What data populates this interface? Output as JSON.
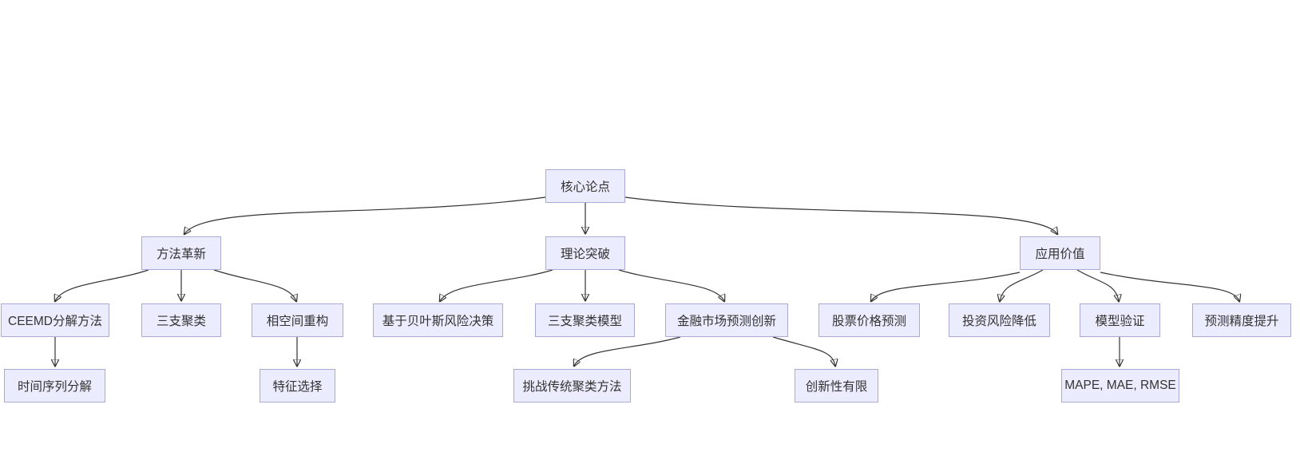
{
  "diagram": {
    "type": "flowchart",
    "direction": "top-down",
    "colors": {
      "background": "#ffffff",
      "node_fill": "#ECECFF",
      "node_border": "#aaaad6",
      "edge": "#333333",
      "text": "#333333"
    },
    "nodes": {
      "core-thesis": {
        "label": "核心论点"
      },
      "method-innovation": {
        "label": "方法革新"
      },
      "theory-breakthrough": {
        "label": "理论突破"
      },
      "application-value": {
        "label": "应用价值"
      },
      "ceemd-decomposition": {
        "label": "CEEMD分解方法"
      },
      "three-way-clustering": {
        "label": "三支聚类"
      },
      "phase-space-reconstruction": {
        "label": "相空间重构"
      },
      "bayesian-risk-decision": {
        "label": "基于贝叶斯风险决策"
      },
      "three-way-clustering-model": {
        "label": "三支聚类模型"
      },
      "financial-market-forecast-innovation": {
        "label": "金融市场预测创新"
      },
      "stock-price-prediction": {
        "label": "股票价格预测"
      },
      "investment-risk-reduction": {
        "label": "投资风险降低"
      },
      "model-validation": {
        "label": "模型验证"
      },
      "forecast-accuracy-improvement": {
        "label": "预测精度提升"
      },
      "time-series-decomposition": {
        "label": "时间序列分解"
      },
      "feature-selection": {
        "label": "特征选择"
      },
      "challenge-traditional-clustering": {
        "label": "挑战传统聚类方法"
      },
      "limited-novelty": {
        "label": "创新性有限"
      },
      "error-metrics": {
        "label": "MAPE, MAE, RMSE"
      }
    },
    "edges": [
      {
        "from": "core-thesis",
        "to": "method-innovation"
      },
      {
        "from": "core-thesis",
        "to": "theory-breakthrough"
      },
      {
        "from": "core-thesis",
        "to": "application-value"
      },
      {
        "from": "method-innovation",
        "to": "ceemd-decomposition"
      },
      {
        "from": "method-innovation",
        "to": "three-way-clustering"
      },
      {
        "from": "method-innovation",
        "to": "phase-space-reconstruction"
      },
      {
        "from": "theory-breakthrough",
        "to": "bayesian-risk-decision"
      },
      {
        "from": "theory-breakthrough",
        "to": "three-way-clustering-model"
      },
      {
        "from": "theory-breakthrough",
        "to": "financial-market-forecast-innovation"
      },
      {
        "from": "application-value",
        "to": "stock-price-prediction"
      },
      {
        "from": "application-value",
        "to": "investment-risk-reduction"
      },
      {
        "from": "application-value",
        "to": "model-validation"
      },
      {
        "from": "application-value",
        "to": "forecast-accuracy-improvement"
      },
      {
        "from": "ceemd-decomposition",
        "to": "time-series-decomposition"
      },
      {
        "from": "phase-space-reconstruction",
        "to": "feature-selection"
      },
      {
        "from": "financial-market-forecast-innovation",
        "to": "challenge-traditional-clustering"
      },
      {
        "from": "financial-market-forecast-innovation",
        "to": "limited-novelty"
      },
      {
        "from": "model-validation",
        "to": "error-metrics"
      }
    ]
  }
}
